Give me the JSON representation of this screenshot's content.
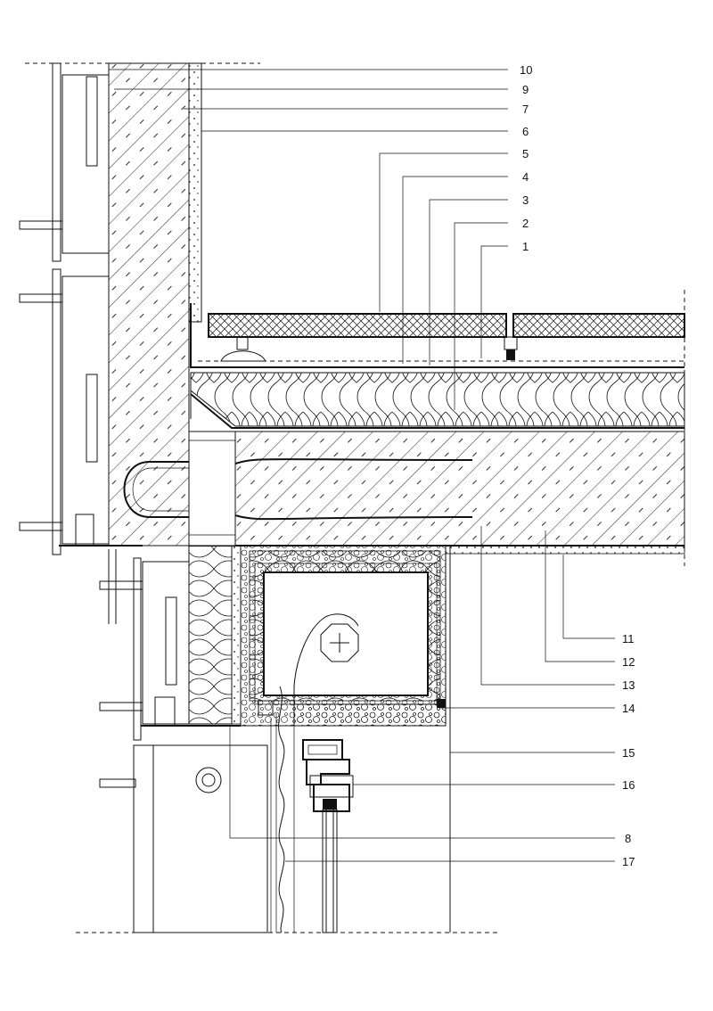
{
  "drawing": {
    "callouts": [
      {
        "id": "10",
        "label": "10"
      },
      {
        "id": "9",
        "label": "9"
      },
      {
        "id": "7",
        "label": "7"
      },
      {
        "id": "6",
        "label": "6"
      },
      {
        "id": "5",
        "label": "5"
      },
      {
        "id": "4",
        "label": "4"
      },
      {
        "id": "3",
        "label": "3"
      },
      {
        "id": "2",
        "label": "2"
      },
      {
        "id": "1",
        "label": "1"
      },
      {
        "id": "11",
        "label": "11"
      },
      {
        "id": "12",
        "label": "12"
      },
      {
        "id": "13",
        "label": "13"
      },
      {
        "id": "14",
        "label": "14"
      },
      {
        "id": "15",
        "label": "15"
      },
      {
        "id": "16",
        "label": "16"
      },
      {
        "id": "8",
        "label": "8"
      },
      {
        "id": "17",
        "label": "17"
      }
    ]
  }
}
